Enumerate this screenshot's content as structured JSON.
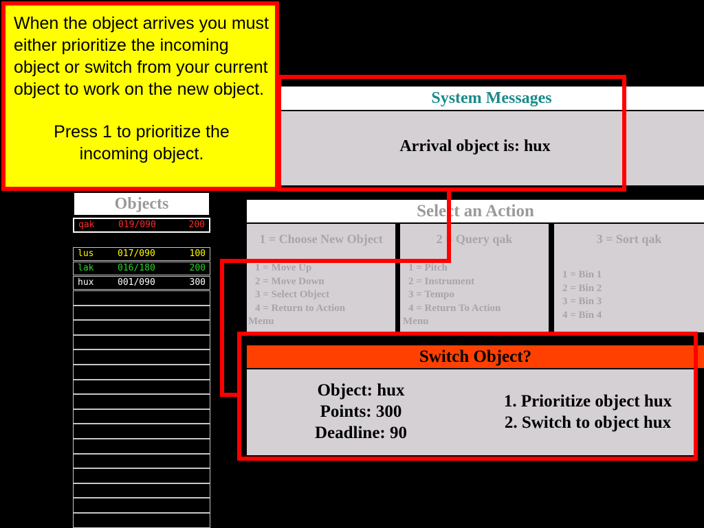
{
  "callout": {
    "paragraph1": "When the object arrives you must either prioritize the incoming object or switch from your current object to work on the new object.",
    "paragraph2": "Press 1 to prioritize the incoming object."
  },
  "system_messages": {
    "title": "System Messages",
    "message": "Arrival object is: hux"
  },
  "objects_panel": {
    "title": "Objects",
    "current": {
      "name": "qak",
      "progress": "019/090",
      "points": "200",
      "color": "#ff2a2a"
    },
    "queue": [
      {
        "name": "lus",
        "progress": "017/090",
        "points": "100",
        "color": "#ffff00"
      },
      {
        "name": "lak",
        "progress": "016/180",
        "points": "200",
        "color": "#22dd22"
      },
      {
        "name": "hux",
        "progress": "001/090",
        "points": "300",
        "color": "#ffffff"
      }
    ]
  },
  "select_action": {
    "title": "Select an Action",
    "columns": [
      {
        "header": "1 = Choose New Object",
        "items": [
          "1 = Move Up",
          "2 = Move Down",
          "3 = Select Object",
          "4 = Return to Action"
        ],
        "wrap": "Menu"
      },
      {
        "header": "2 = Query qak",
        "items": [
          "1 = Pitch",
          "2 = Instrument",
          "3 = Tempo",
          "4 = Return To Action"
        ],
        "wrap": "Menu"
      },
      {
        "header": "3 = Sort qak",
        "items": [
          "1 = Bin 1",
          "2 = Bin 2",
          "3 = Bin 3",
          "4 = Bin 4"
        ]
      }
    ]
  },
  "switch_dialog": {
    "title": "Switch Object?",
    "object_line": "Object: hux",
    "points_line": "Points: 300",
    "deadline_line": "Deadline: 90",
    "option1": "1. Prioritize object hux",
    "option2": "2. Switch to object hux"
  },
  "colors": {
    "highlight": "#ff0000",
    "callout_bg": "#ffff00",
    "dialog_header": "#ff4000",
    "panel_bg": "#d4d0d4",
    "system_title": "#1a8a8a"
  }
}
